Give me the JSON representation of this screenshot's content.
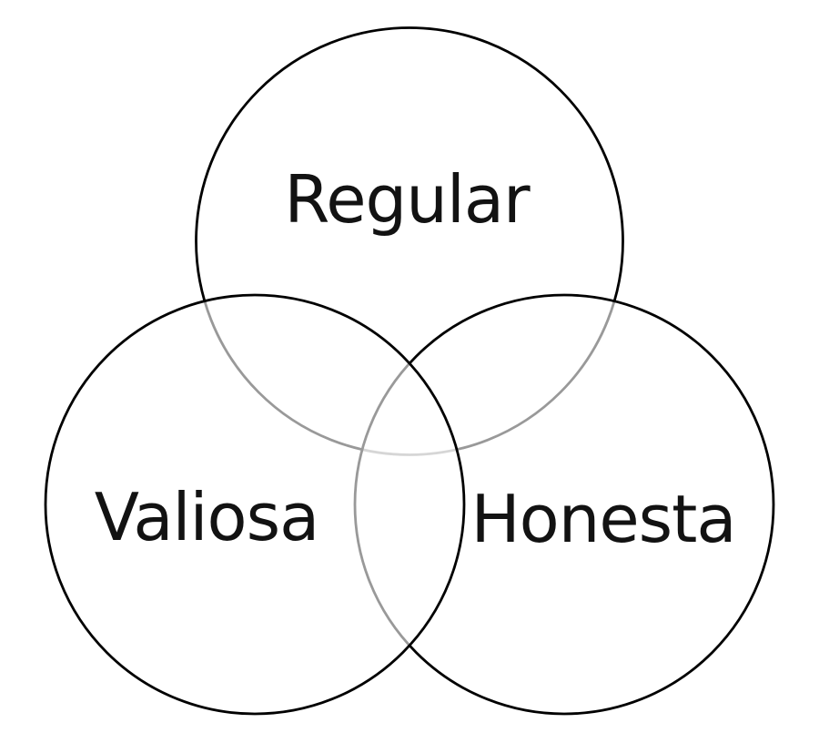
{
  "diagram": {
    "type": "venn-diagram",
    "background_color": "#ffffff",
    "circle_stroke_color": "#000000",
    "label_text_color": "#121212",
    "overlap_faded_stroke_single": "#999999",
    "overlap_faded_stroke_double": "#d6d6d6",
    "sets": [
      {
        "id": "top",
        "label": "Regular",
        "position": "top"
      },
      {
        "id": "bottom-left",
        "label": "Valiosa",
        "position": "bottom-left"
      },
      {
        "id": "bottom-right",
        "label": "Honesta",
        "position": "bottom-right"
      }
    ]
  }
}
